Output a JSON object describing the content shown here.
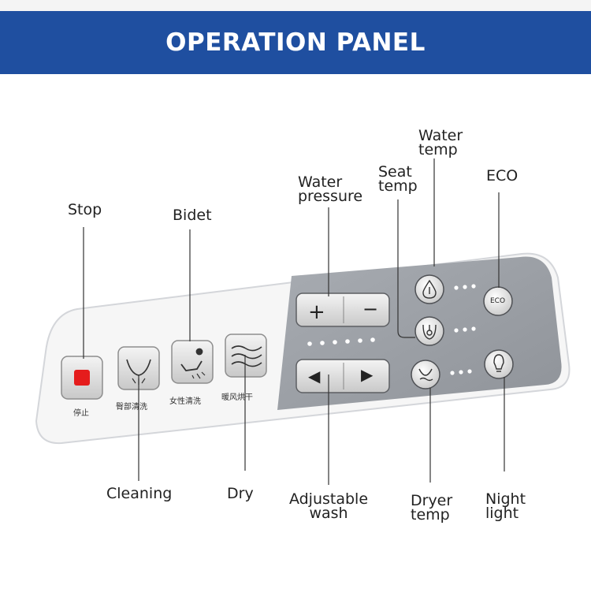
{
  "header": {
    "title": "OPERATION PANEL"
  },
  "labels": {
    "stop": "Stop",
    "bidet": "Bidet",
    "cleaning": "Cleaning",
    "dry": "Dry",
    "water_pressure": [
      "Water",
      "pressure"
    ],
    "seat_temp": [
      "Seat",
      "temp"
    ],
    "water_temp": [
      "Water",
      "temp"
    ],
    "eco": "ECO",
    "adjustable_wash": [
      "Adjustable",
      "wash"
    ],
    "dryer_temp": [
      "Dryer",
      "temp"
    ],
    "night_light": [
      "Night",
      "light"
    ]
  },
  "panel_text": {
    "stop_cn": "停止",
    "cleaning_cn": "臀部清洗",
    "bidet_cn": "女性清洗",
    "dry_cn": "暖风烘干",
    "eco_button": "ECO",
    "plus": "+",
    "minus": "−",
    "left_arrow": "◀",
    "right_arrow": "▶"
  },
  "colors": {
    "header_bg": "#1f4fa0",
    "stop_indicator": "#e51c1c",
    "panel_gray": "#9ea2a8"
  }
}
